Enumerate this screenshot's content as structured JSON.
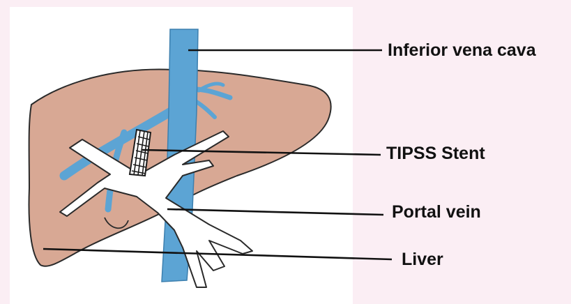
{
  "diagram": {
    "labels": {
      "ivc": "Inferior vena cava",
      "stent": "TIPSS Stent",
      "portal": "Portal vein",
      "liver": "Liver"
    },
    "colors": {
      "page_background": "#fbeef4",
      "paper": "#ffffff",
      "liver_fill": "#d8a894",
      "vessel_blue": "#5ca4d4",
      "portal_vein": "#ffffff",
      "outline": "#222222",
      "leader_line": "#111111"
    }
  }
}
